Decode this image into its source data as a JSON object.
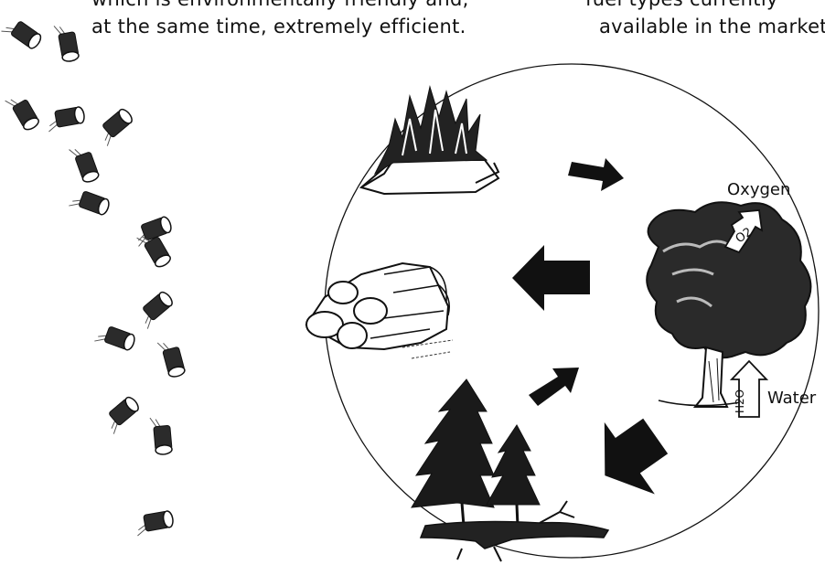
{
  "text": {
    "left_line1": "which is environmentally friendly and,",
    "left_line2": "at the same time, extremely efficient.",
    "right_line1": "fuel types currently",
    "right_line2": "available in the market."
  },
  "labels": {
    "oxygen": "Oxygen",
    "water": "Water",
    "o2_icon": "O2",
    "h2o_icon": "H2O"
  },
  "illustrations": [
    "falling-pellets",
    "burning-logs",
    "stacked-logs",
    "tree-with-oxygen-and-water",
    "conifer-trees",
    "cycle-arrows"
  ],
  "colors": {
    "ink": "#111111",
    "paper": "#ffffff"
  }
}
